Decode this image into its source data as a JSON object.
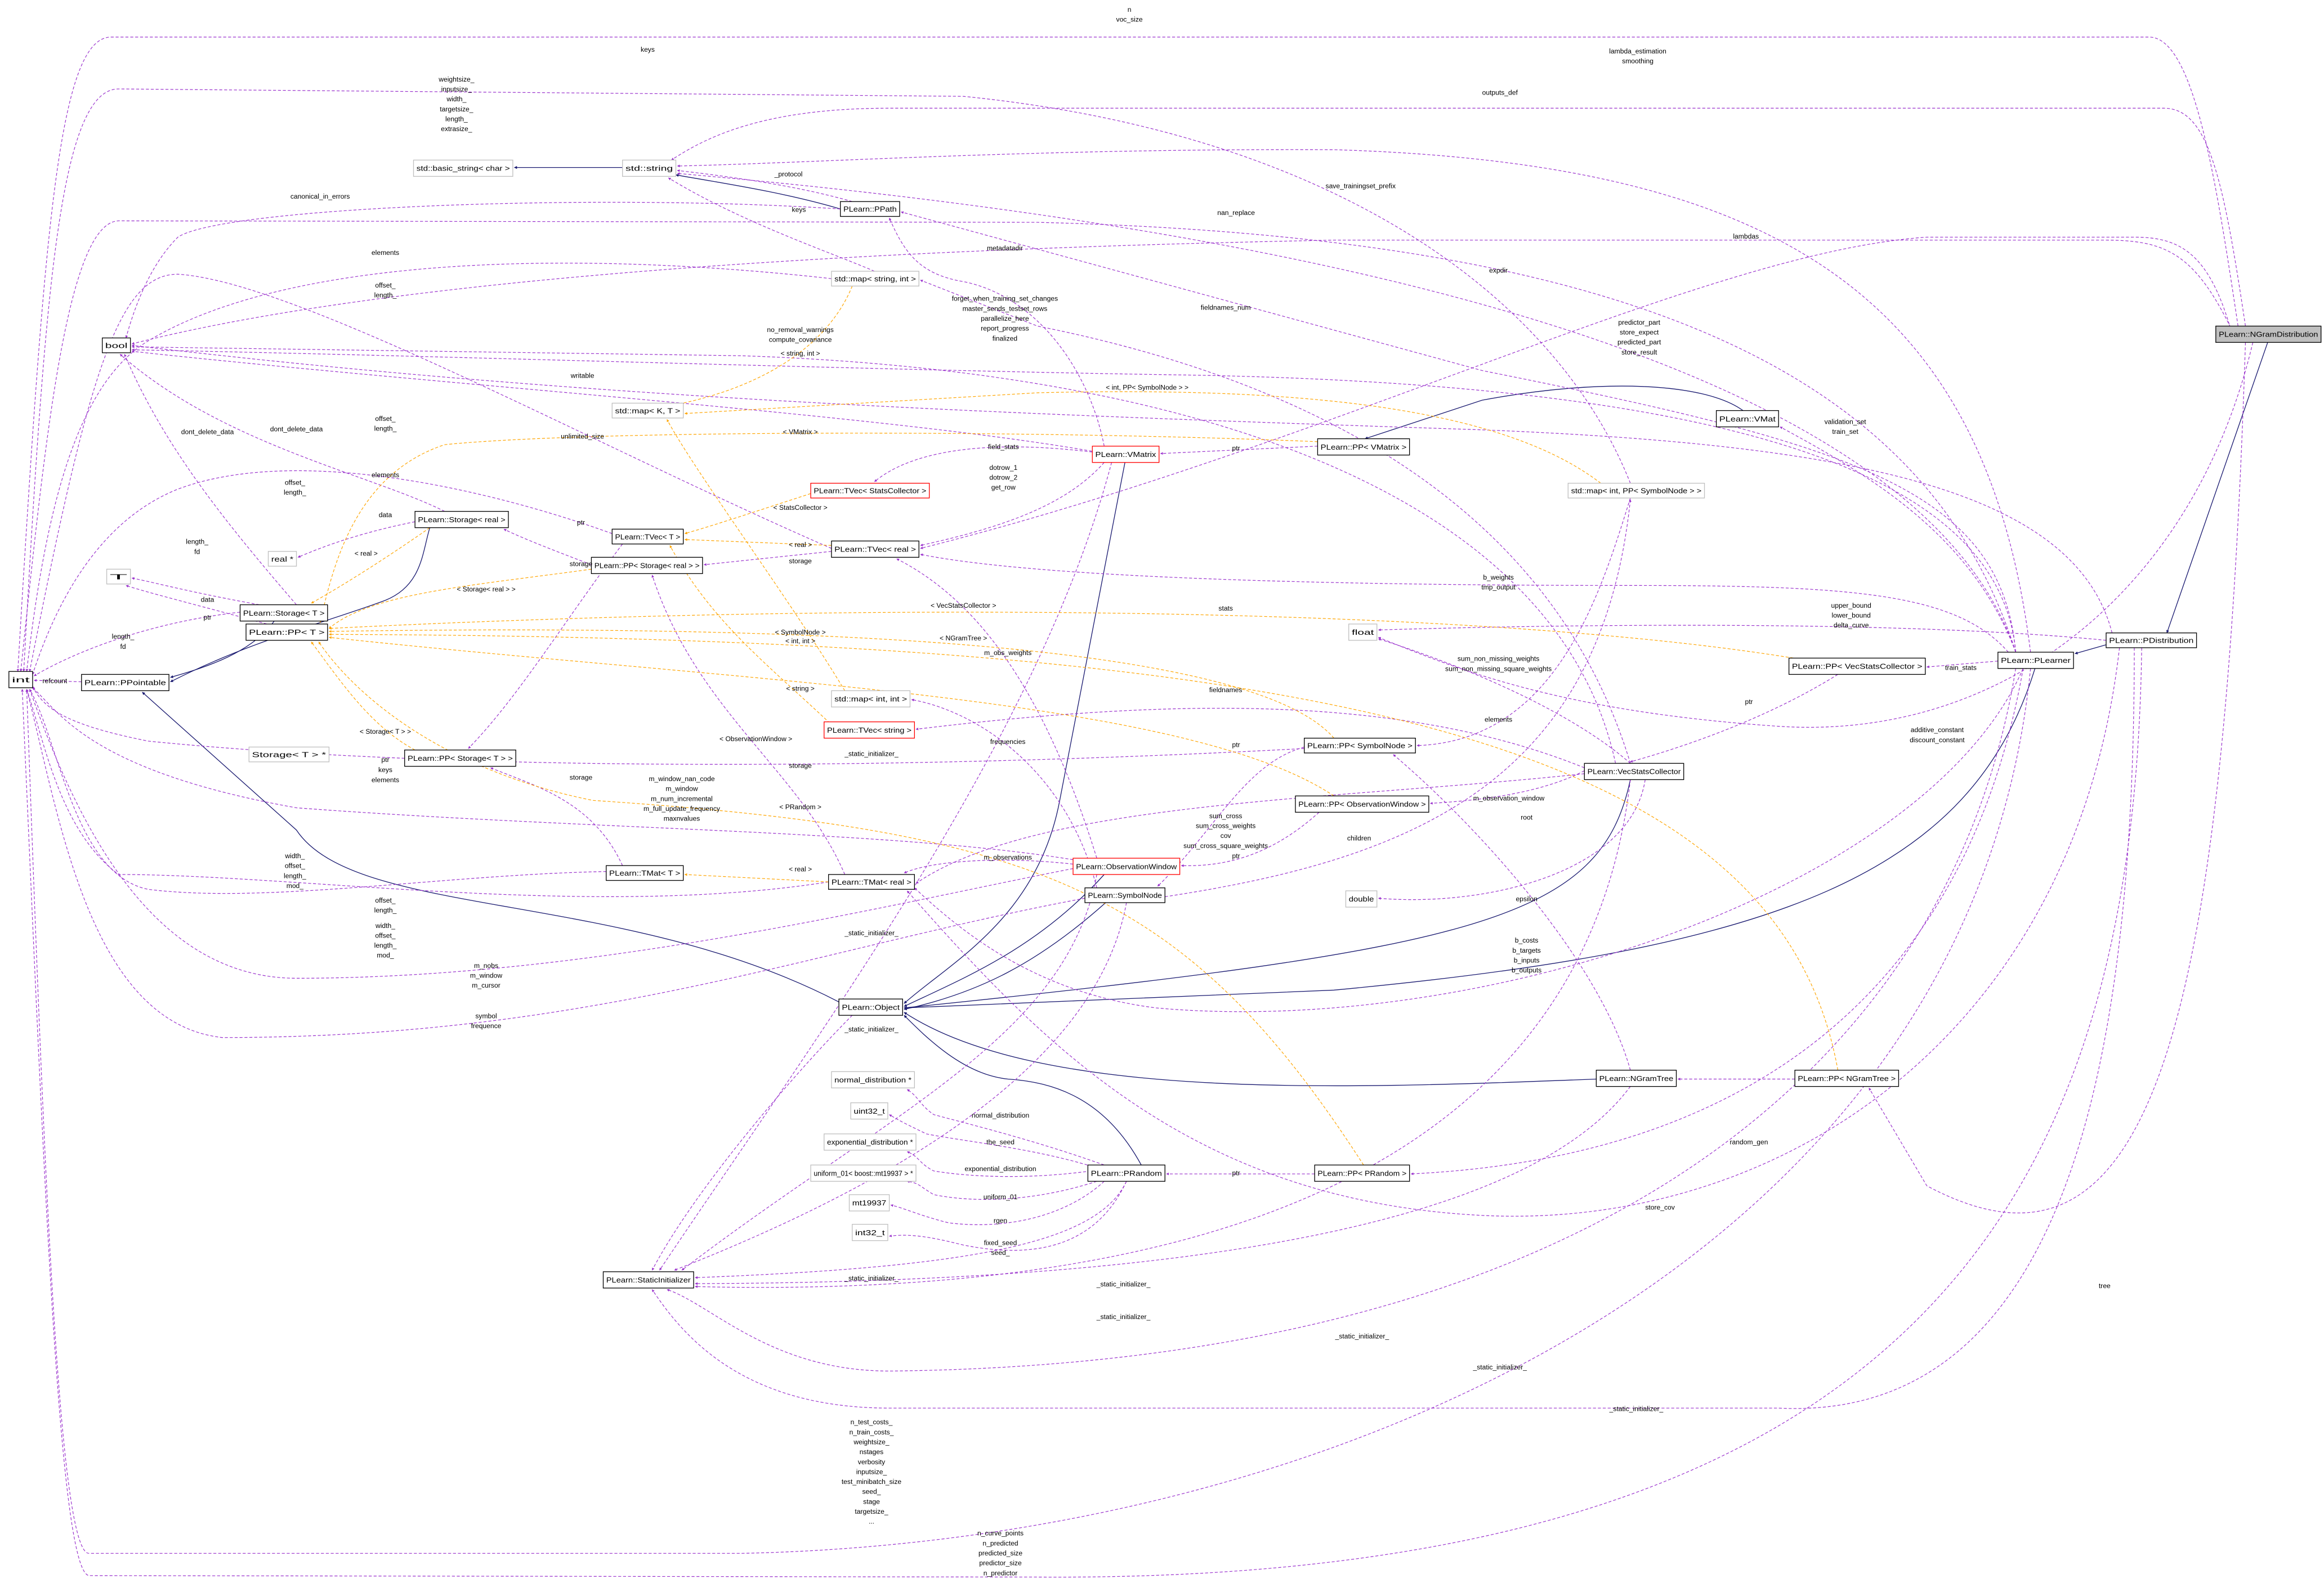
{
  "title": "PLearn::NGramDistribution collaboration graph",
  "colors": {
    "usage_edge": "#9a32cd",
    "template_edge": "#ffa500",
    "inheritance_edge": "#191970",
    "focus_node_fill": "#bfbfbf",
    "undocumented_border": "#bfbfbf",
    "truncated_border": "#ff0000"
  },
  "nodes": [
    {
      "id": "ngramdistribution",
      "label": "PLearn::NGramDistribution",
      "style": "focus"
    },
    {
      "id": "pdistribution",
      "label": "PLearn::PDistribution",
      "style": "normal"
    },
    {
      "id": "plearner",
      "label": "PLearn::PLearner",
      "style": "normal"
    },
    {
      "id": "pp_vecstatscollector",
      "label": "PLearn::PP< VecStatsCollector >",
      "style": "normal"
    },
    {
      "id": "vecstatscollector",
      "label": "PLearn::VecStatsCollector",
      "style": "normal"
    },
    {
      "id": "vmat",
      "label": "PLearn::VMat",
      "style": "normal"
    },
    {
      "id": "map_int_pp_symbolnode",
      "label": "std::map< int, PP< SymbolNode > >",
      "style": "gray"
    },
    {
      "id": "pp_vmatrix",
      "label": "PLearn::PP< VMatrix >",
      "style": "normal"
    },
    {
      "id": "vmatrix",
      "label": "PLearn::VMatrix",
      "style": "red"
    },
    {
      "id": "std_string",
      "label": "std::string",
      "style": "gray"
    },
    {
      "id": "basic_string",
      "label": "std::basic_string< char >",
      "style": "gray"
    },
    {
      "id": "ppath",
      "label": "PLearn::PPath",
      "style": "normal"
    },
    {
      "id": "map_string_int",
      "label": "std::map< string, int >",
      "style": "gray"
    },
    {
      "id": "bool",
      "label": "bool",
      "style": "normal"
    },
    {
      "id": "map_k_t",
      "label": "std::map< K, T >",
      "style": "gray"
    },
    {
      "id": "tvec_statscollector",
      "label": "PLearn::TVec< StatsCollector >",
      "style": "red"
    },
    {
      "id": "tvec_t",
      "label": "PLearn::TVec< T >",
      "style": "normal"
    },
    {
      "id": "tvec_real",
      "label": "PLearn::TVec< real >",
      "style": "normal"
    },
    {
      "id": "storage_real",
      "label": "PLearn::Storage< real >",
      "style": "normal"
    },
    {
      "id": "real_ptr",
      "label": "real *",
      "style": "gray"
    },
    {
      "id": "pp_storage_real",
      "label": "PLearn::PP< Storage< real > >",
      "style": "normal"
    },
    {
      "id": "t",
      "label": "T",
      "style": "gray"
    },
    {
      "id": "storage_t",
      "label": "PLearn::Storage< T >",
      "style": "normal"
    },
    {
      "id": "int",
      "label": "int",
      "style": "normal"
    },
    {
      "id": "ppointable",
      "label": "PLearn::PPointable",
      "style": "normal"
    },
    {
      "id": "pp_t",
      "label": "PLearn::PP< T >",
      "style": "normal"
    },
    {
      "id": "map_int_int",
      "label": "std::map< int, int >",
      "style": "gray"
    },
    {
      "id": "tvec_string",
      "label": "PLearn::TVec< string >",
      "style": "red"
    },
    {
      "id": "storage_t_ptr",
      "label": "Storage< T > *",
      "style": "gray"
    },
    {
      "id": "pp_storage_t",
      "label": "PLearn::PP< Storage< T > >",
      "style": "normal"
    },
    {
      "id": "pp_symbolnode",
      "label": "PLearn::PP< SymbolNode >",
      "style": "normal"
    },
    {
      "id": "pp_observationwindow",
      "label": "PLearn::PP< ObservationWindow >",
      "style": "normal"
    },
    {
      "id": "float",
      "label": "float",
      "style": "gray"
    },
    {
      "id": "double",
      "label": "double",
      "style": "gray"
    },
    {
      "id": "observationwindow",
      "label": "PLearn::ObservationWindow",
      "style": "red"
    },
    {
      "id": "symbolnode",
      "label": "PLearn::SymbolNode",
      "style": "normal"
    },
    {
      "id": "tmat_t",
      "label": "PLearn::TMat< T >",
      "style": "normal"
    },
    {
      "id": "tmat_real",
      "label": "PLearn::TMat< real >",
      "style": "normal"
    },
    {
      "id": "object",
      "label": "PLearn::Object",
      "style": "normal"
    },
    {
      "id": "ngramtree",
      "label": "PLearn::NGramTree",
      "style": "normal"
    },
    {
      "id": "pp_ngramtree",
      "label": "PLearn::PP< NGramTree >",
      "style": "normal"
    },
    {
      "id": "prandom",
      "label": "PLearn::PRandom",
      "style": "normal"
    },
    {
      "id": "pp_prandom",
      "label": "PLearn::PP< PRandom >",
      "style": "normal"
    },
    {
      "id": "normal_distribution_ptr",
      "label": "normal_distribution *",
      "style": "gray"
    },
    {
      "id": "uint32_t",
      "label": "uint32_t",
      "style": "gray"
    },
    {
      "id": "exponential_distribution_ptr",
      "label": "exponential_distribution *",
      "style": "gray"
    },
    {
      "id": "uniform_01_ptr",
      "label": "uniform_01< boost::mt19937 > *",
      "style": "gray"
    },
    {
      "id": "mt19937",
      "label": "mt19937",
      "style": "gray"
    },
    {
      "id": "int32_t",
      "label": "int32_t",
      "style": "gray"
    },
    {
      "id": "staticinitializer",
      "label": "PLearn::StaticInitializer",
      "style": "normal"
    }
  ],
  "edge_labels": [
    [
      "n",
      "voc_size"
    ],
    [
      "keys"
    ],
    [
      "lambda_estimation",
      "smoothing"
    ],
    [
      "weightsize_",
      "inputsize_",
      "width_",
      "targetsize_",
      "length_",
      "extrasize_"
    ],
    [
      "outputs_def"
    ],
    [
      "_protocol"
    ],
    [
      "save_trainingset_prefix"
    ],
    [
      "canonical_in_errors"
    ],
    [
      "keys"
    ],
    [
      "nan_replace"
    ],
    [
      "lambdas"
    ],
    [
      "metadatadir"
    ],
    [
      "elements"
    ],
    [
      "expdir"
    ],
    [
      "offset_",
      "length_"
    ],
    [
      "forget_when_training_set_changes",
      "master_sends_testset_rows",
      "parallelize_here",
      "report_progress",
      "finalized"
    ],
    [
      "fieldnames_num"
    ],
    [
      "predictor_part",
      "store_expect",
      "predicted_part",
      "store_result"
    ],
    [
      "no_removal_warnings",
      "compute_covariance"
    ],
    [
      "< string, int >"
    ],
    [
      "writable"
    ],
    [
      "< int, PP< SymbolNode > >"
    ],
    [
      "dont_delete_data"
    ],
    [
      "dont_delete_data"
    ],
    [
      "offset_",
      "length_"
    ],
    [
      "unlimited_size"
    ],
    [
      "< VMatrix >"
    ],
    [
      "field_stats"
    ],
    [
      "ptr"
    ],
    [
      "dotrow_1",
      "dotrow_2",
      "get_row"
    ],
    [
      "validation_set",
      "train_set"
    ],
    [
      "elements"
    ],
    [
      "offset_",
      "length_"
    ],
    [
      "< StatsCollector >"
    ],
    [
      "data"
    ],
    [
      "ptr"
    ],
    [
      "length_",
      "fd"
    ],
    [
      "< real >"
    ],
    [
      "< real >"
    ],
    [
      "storage"
    ],
    [
      "storage"
    ],
    [
      "< Storage< real > >"
    ],
    [
      "data"
    ],
    [
      "ptr"
    ],
    [
      "length_",
      "fd"
    ],
    [
      "b_weights",
      "tmp_output"
    ],
    [
      "upper_bound",
      "lower_bound",
      "delta_curve"
    ],
    [
      "< VecStatsCollector >"
    ],
    [
      "stats"
    ],
    [
      "< SymbolNode >"
    ],
    [
      "< int, int >"
    ],
    [
      "< NGramTree >"
    ],
    [
      "m_obs_weights"
    ],
    [
      "sum_non_missing_weights",
      "sum_non_missing_square_weights"
    ],
    [
      "train_stats"
    ],
    [
      "refcount"
    ],
    [
      "fieldnames"
    ],
    [
      "< string >"
    ],
    [
      "ptr"
    ],
    [
      "elements"
    ],
    [
      "< ObservationWindow >"
    ],
    [
      "frequencies"
    ],
    [
      "_static_initializer_"
    ],
    [
      "ptr"
    ],
    [
      "< Storage< T > >"
    ],
    [
      "ptr"
    ],
    [
      "keys",
      "elements"
    ],
    [
      "additive_constant",
      "discount_constant"
    ],
    [
      "storage"
    ],
    [
      "m_window_nan_code",
      "m_window",
      "m_num_incremental",
      "m_full_update_frequency",
      "maxnvalues"
    ],
    [
      "storage"
    ],
    [
      "< PRandom >"
    ],
    [
      "sum_cross",
      "sum_cross_weights",
      "cov",
      "sum_cross_square_weights"
    ],
    [
      "m_observation_window"
    ],
    [
      "root"
    ],
    [
      "children"
    ],
    [
      "ptr"
    ],
    [
      "m_observations"
    ],
    [
      "< real >"
    ],
    [
      "epsilon"
    ],
    [
      "width_",
      "offset_",
      "length_",
      "mod_"
    ],
    [
      "offset_",
      "length_"
    ],
    [
      "width_",
      "offset_",
      "length_",
      "mod_"
    ],
    [
      "_static_initializer_"
    ],
    [
      "b_costs",
      "b_targets",
      "b_inputs",
      "b_outputs"
    ],
    [
      "m_nobs",
      "m_window",
      "m_cursor"
    ],
    [
      "symbol",
      "frequence"
    ],
    [
      "_static_initializer_"
    ],
    [
      "normal_distribution"
    ],
    [
      "the_seed"
    ],
    [
      "exponential_distribution"
    ],
    [
      "uniform_01"
    ],
    [
      "rgen"
    ],
    [
      "fixed_seed",
      "seed_"
    ],
    [
      "ptr"
    ],
    [
      "random_gen"
    ],
    [
      "store_cov"
    ],
    [
      "tree"
    ],
    [
      "_static_initializer_"
    ],
    [
      "_static_initializer_"
    ],
    [
      "_static_initializer_"
    ],
    [
      "_static_initializer_"
    ],
    [
      "_static_initializer_"
    ],
    [
      "_static_initializer_"
    ],
    [
      "n_test_costs_",
      "n_train_costs_",
      "weightsize_",
      "nstages",
      "verbosity",
      "inputsize_",
      "test_minibatch_size",
      "seed_",
      "stage",
      "targetsize_",
      "..."
    ],
    [
      "n_curve_points",
      "n_predicted",
      "predicted_size",
      "predictor_size",
      "n_predictor"
    ]
  ]
}
